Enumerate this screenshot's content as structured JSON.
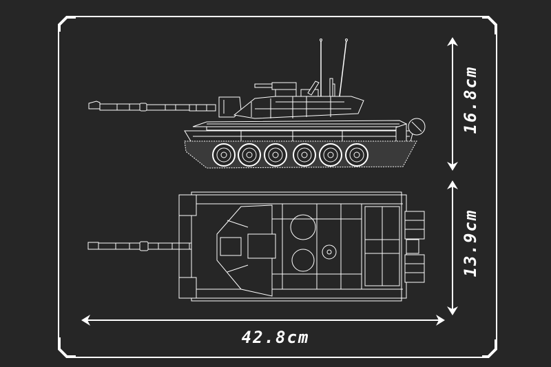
{
  "diagram": {
    "title": "",
    "subject": "brick-built main battle tank",
    "views": [
      {
        "id": "side-view",
        "label": ""
      },
      {
        "id": "top-view",
        "label": ""
      }
    ],
    "dimensions": {
      "length": {
        "value": "42.8cm",
        "orientation": "horizontal"
      },
      "height": {
        "value": "16.8cm",
        "orientation": "vertical"
      },
      "width": {
        "value": "13.9cm",
        "orientation": "vertical"
      }
    },
    "colors": {
      "background": "#262626",
      "line": "#ffffff",
      "fill": "#2a2a2a"
    }
  }
}
